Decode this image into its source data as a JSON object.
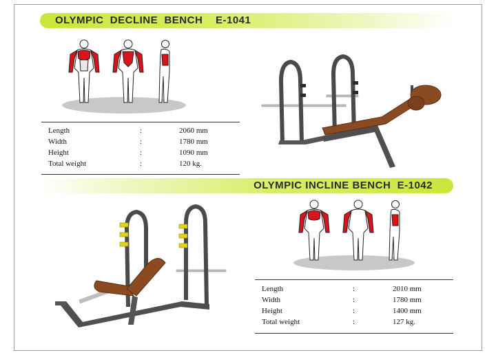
{
  "products": [
    {
      "title": "OLYMPIC  DECLINE  BENCH    E-1041",
      "specs": [
        {
          "label": "Length",
          "sep": ":",
          "value": "2060 mm"
        },
        {
          "label": "Width",
          "sep": ":",
          "value": "1780 mm"
        },
        {
          "label": "Height",
          "sep": ":",
          "value": "1090 mm"
        },
        {
          "label": "Total weight",
          "sep": ":",
          "value": "120 kg."
        }
      ]
    },
    {
      "title": "OLYMPIC INCLINE BENCH  E-1042",
      "specs": [
        {
          "label": "Length",
          "sep": ":",
          "value": "2010 mm"
        },
        {
          "label": "Width",
          "sep": ":",
          "value": "1780 mm"
        },
        {
          "label": "Height",
          "sep": ":",
          "value": "1400 mm"
        },
        {
          "label": "Total weight",
          "sep": ":",
          "value": "127 kg."
        }
      ]
    }
  ],
  "colors": {
    "banner": "#c9e63a",
    "muscle_highlight": "#d8141c",
    "frame_metal": "#4a4a4a",
    "upholstery": "#8a4a22",
    "bar_holder": "#e2d21a"
  },
  "icons": {
    "muscle_chart": "muscle-anatomy-figure",
    "machine": "weight-bench-illustration"
  }
}
